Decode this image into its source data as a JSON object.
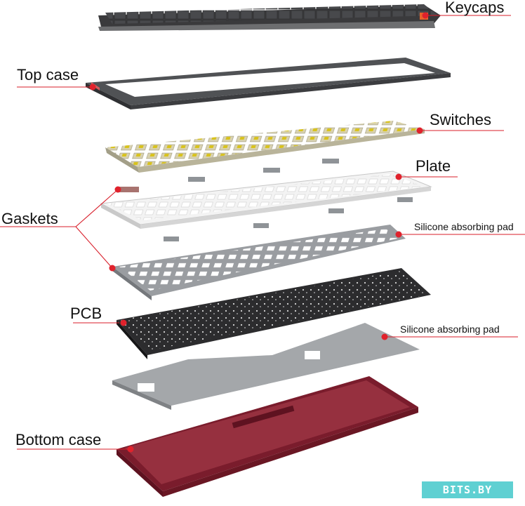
{
  "labels": {
    "keycaps": "Keycaps",
    "top_case": "Top case",
    "switches": "Switches",
    "plate": "Plate",
    "gaskets": "Gaskets",
    "silicone_pad_1": "Silicone absorbing pad",
    "pcb": "PCB",
    "silicone_pad_2": "Silicone absorbing pad",
    "bottom_case": "Bottom case"
  },
  "watermark": "BITS.BY",
  "colors": {
    "leader": "#d81e2a",
    "dot": "#e0222c",
    "keycap_dark": "#3a3a3c",
    "keycap_grey": "#6d6e70",
    "accent_key": "#e8632a",
    "top_case": "#505255",
    "switch_housing": "#d9d2b0",
    "switch_stem": "#d8c21b",
    "plate": "#f3f3f3",
    "gasket": "#8f9397",
    "foam": "#9a9da1",
    "pcb": "#2c2c2e",
    "bottom_foam": "#a4a7aa",
    "bottom_case": "#7a1c2c"
  }
}
